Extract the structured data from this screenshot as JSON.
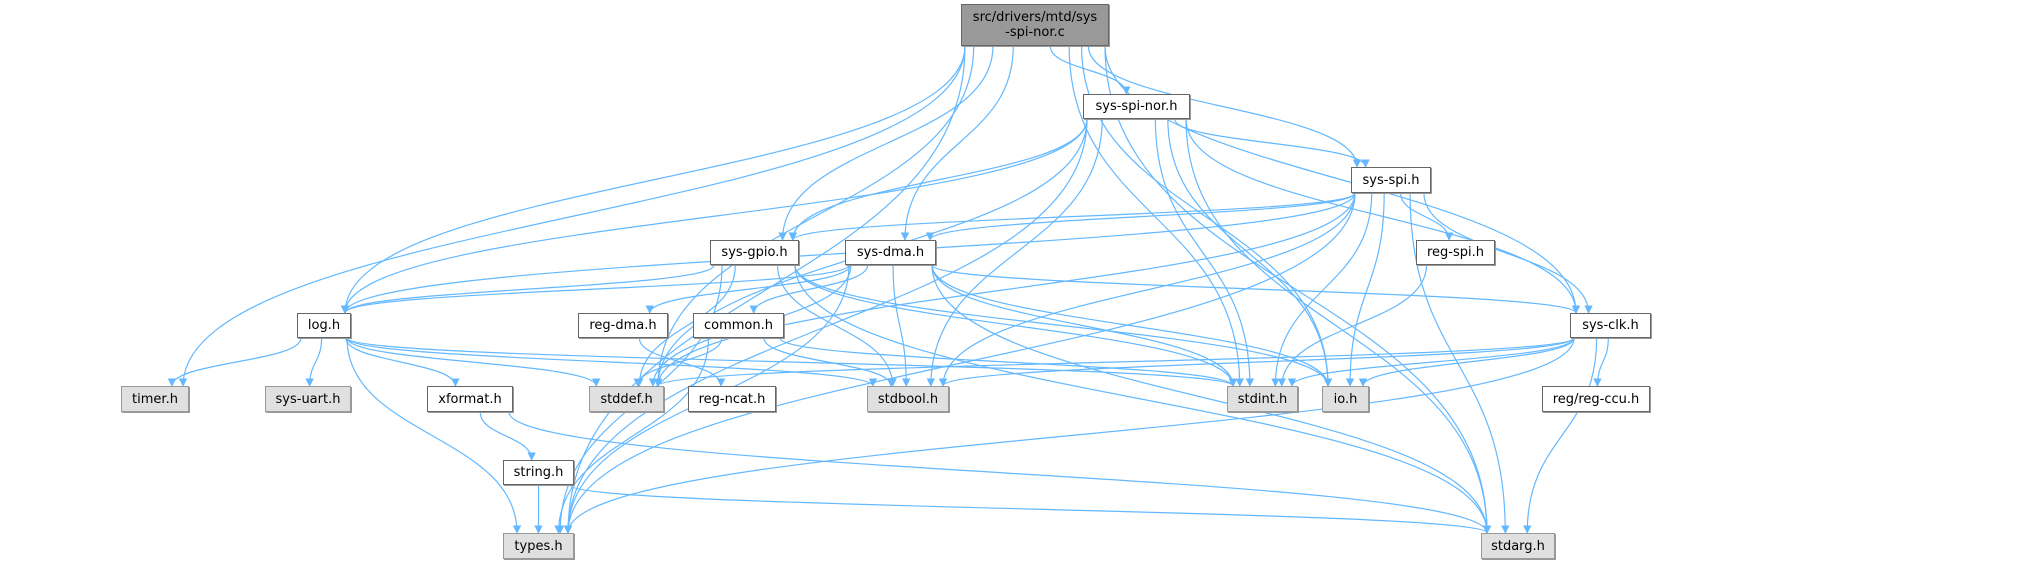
{
  "graph": {
    "edge_color": "#63b8ff",
    "nodes": {
      "root": {
        "label": "src/drivers/mtd/sys\n-spi-nor.c",
        "line1": "src/drivers/mtd/sys",
        "line2": "-spi-nor.c"
      },
      "sys-spi-nor": {
        "label": "sys-spi-nor.h"
      },
      "sys-spi": {
        "label": "sys-spi.h"
      },
      "sys-gpio": {
        "label": "sys-gpio.h"
      },
      "sys-dma": {
        "label": "sys-dma.h"
      },
      "reg-spi": {
        "label": "reg-spi.h"
      },
      "log": {
        "label": "log.h"
      },
      "reg-dma": {
        "label": "reg-dma.h"
      },
      "common": {
        "label": "common.h"
      },
      "sys-clk": {
        "label": "sys-clk.h"
      },
      "timer": {
        "label": "timer.h"
      },
      "sys-uart": {
        "label": "sys-uart.h"
      },
      "xformat": {
        "label": "xformat.h"
      },
      "stddef": {
        "label": "stddef.h"
      },
      "reg-ncat": {
        "label": "reg-ncat.h"
      },
      "stdbool": {
        "label": "stdbool.h"
      },
      "stdint": {
        "label": "stdint.h"
      },
      "io": {
        "label": "io.h"
      },
      "reg-ccu": {
        "label": "reg/reg-ccu.h"
      },
      "string": {
        "label": "string.h"
      },
      "types": {
        "label": "types.h"
      },
      "stdarg": {
        "label": "stdarg.h"
      }
    },
    "edges": [
      [
        "root",
        "timer"
      ],
      [
        "root",
        "stddef"
      ],
      [
        "root",
        "types"
      ],
      [
        "root",
        "log"
      ],
      [
        "root",
        "sys-gpio"
      ],
      [
        "root",
        "sys-dma"
      ],
      [
        "root",
        "sys-spi-nor"
      ],
      [
        "root",
        "stdint"
      ],
      [
        "root",
        "sys-spi"
      ],
      [
        "root",
        "sys-clk"
      ],
      [
        "root",
        "io"
      ],
      [
        "root",
        "stdarg"
      ],
      [
        "sys-spi-nor",
        "types"
      ],
      [
        "sys-spi-nor",
        "stddef"
      ],
      [
        "sys-spi-nor",
        "log"
      ],
      [
        "sys-spi-nor",
        "sys-gpio"
      ],
      [
        "sys-spi-nor",
        "stdbool"
      ],
      [
        "sys-spi-nor",
        "stdint"
      ],
      [
        "sys-spi-nor",
        "sys-spi"
      ],
      [
        "sys-spi-nor",
        "sys-clk"
      ],
      [
        "sys-spi-nor",
        "io"
      ],
      [
        "sys-spi-nor",
        "stdarg"
      ],
      [
        "sys-spi",
        "sys-gpio"
      ],
      [
        "sys-spi",
        "log"
      ],
      [
        "sys-spi",
        "sys-dma"
      ],
      [
        "sys-spi",
        "stddef"
      ],
      [
        "sys-spi",
        "stdbool"
      ],
      [
        "sys-spi",
        "stdint"
      ],
      [
        "sys-spi",
        "reg-spi"
      ],
      [
        "sys-spi",
        "io"
      ],
      [
        "sys-spi",
        "sys-clk"
      ],
      [
        "sys-spi",
        "types"
      ],
      [
        "sys-spi",
        "stdarg"
      ],
      [
        "sys-gpio",
        "log"
      ],
      [
        "sys-gpio",
        "types"
      ],
      [
        "sys-gpio",
        "stddef"
      ],
      [
        "sys-gpio",
        "stdbool"
      ],
      [
        "sys-gpio",
        "stdint"
      ],
      [
        "sys-gpio",
        "io"
      ],
      [
        "sys-gpio",
        "stdarg"
      ],
      [
        "sys-dma",
        "log"
      ],
      [
        "sys-dma",
        "reg-dma"
      ],
      [
        "sys-dma",
        "common"
      ],
      [
        "sys-dma",
        "stddef"
      ],
      [
        "sys-dma",
        "stdbool"
      ],
      [
        "sys-dma",
        "stdint"
      ],
      [
        "sys-dma",
        "io"
      ],
      [
        "sys-dma",
        "types"
      ],
      [
        "sys-dma",
        "stdarg"
      ],
      [
        "sys-dma",
        "sys-clk"
      ],
      [
        "log",
        "timer"
      ],
      [
        "log",
        "sys-uart"
      ],
      [
        "log",
        "xformat"
      ],
      [
        "log",
        "stddef"
      ],
      [
        "log",
        "stdbool"
      ],
      [
        "log",
        "stdint"
      ],
      [
        "log",
        "types"
      ],
      [
        "reg-dma",
        "reg-ncat"
      ],
      [
        "common",
        "stddef"
      ],
      [
        "common",
        "stdbool"
      ],
      [
        "common",
        "stdint"
      ],
      [
        "common",
        "types"
      ],
      [
        "reg-spi",
        "stdint"
      ],
      [
        "sys-clk",
        "stddef"
      ],
      [
        "sys-clk",
        "stdbool"
      ],
      [
        "sys-clk",
        "stdint"
      ],
      [
        "sys-clk",
        "io"
      ],
      [
        "sys-clk",
        "reg-ccu"
      ],
      [
        "sys-clk",
        "types"
      ],
      [
        "sys-clk",
        "stdarg"
      ],
      [
        "xformat",
        "string"
      ],
      [
        "xformat",
        "stdarg"
      ],
      [
        "string",
        "types"
      ],
      [
        "string",
        "stdarg"
      ]
    ]
  }
}
